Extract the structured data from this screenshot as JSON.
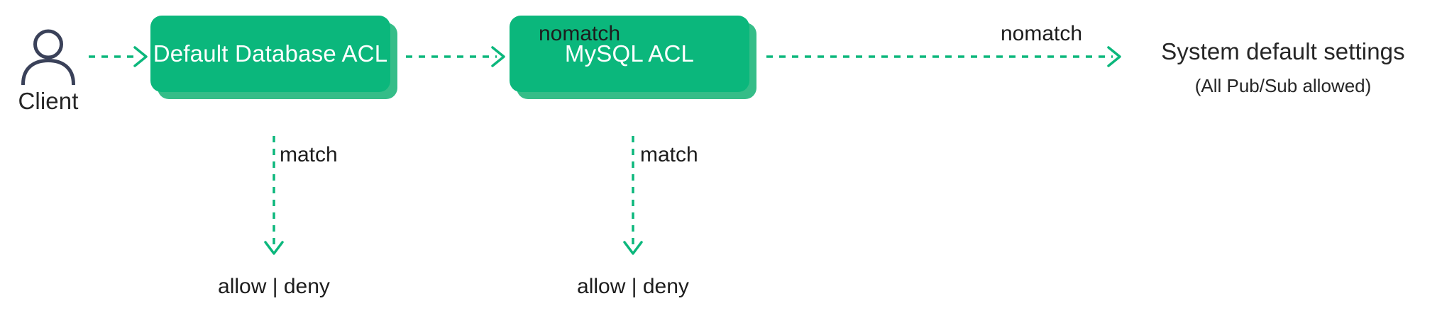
{
  "diagram": {
    "title": "ACL authorization check chain",
    "background": "#ffffff",
    "colors": {
      "box_face": "#0bb77c",
      "box_shadow": "#35bd88",
      "arrow": "#0bb77c",
      "text_dark": "#262626",
      "text_label": "#1d1d1d",
      "client_icon": "#3a4159",
      "box_text": "#ffffff"
    },
    "actor": {
      "icon": "user-icon",
      "label": "Client"
    },
    "nodes": [
      {
        "id": "default-database-acl",
        "label": "Default Database ACL",
        "shape": "rounded-rect",
        "fill": "#0bb77c"
      },
      {
        "id": "mysql-acl",
        "label": "MySQL ACL",
        "shape": "rounded-rect",
        "fill": "#0bb77c"
      }
    ],
    "terminal": {
      "title": "System default settings",
      "subtitle": "(All Pub/Sub allowed)"
    },
    "edges": [
      {
        "from": "client",
        "to": "default-database-acl",
        "label": "",
        "style": "dashed",
        "direction": "right"
      },
      {
        "from": "default-database-acl",
        "to": "mysql-acl",
        "label": "nomatch",
        "style": "dashed",
        "direction": "right"
      },
      {
        "from": "mysql-acl",
        "to": "system-default-settings",
        "label": "nomatch",
        "style": "dashed",
        "direction": "right"
      },
      {
        "from": "default-database-acl",
        "to": "outcome-1",
        "label": "match",
        "style": "dashed",
        "direction": "down"
      },
      {
        "from": "mysql-acl",
        "to": "outcome-2",
        "label": "match",
        "style": "dashed",
        "direction": "down"
      }
    ],
    "labels": {
      "nomatch_1": "nomatch",
      "nomatch_2": "nomatch",
      "match_1": "match",
      "match_2": "match"
    },
    "outcomes": [
      {
        "id": "outcome-1",
        "text": "allow | deny"
      },
      {
        "id": "outcome-2",
        "text": "allow | deny"
      }
    ]
  }
}
